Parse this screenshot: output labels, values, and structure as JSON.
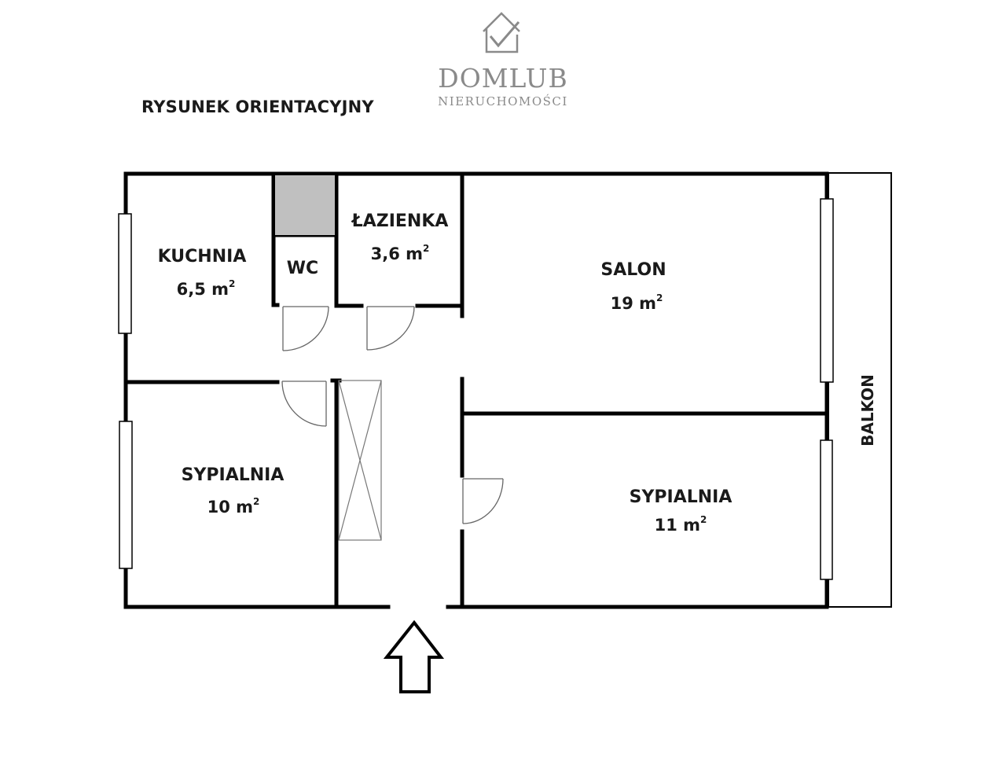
{
  "logo": {
    "brand": "DOMLUB",
    "tagline": "NIERUCHOMOŚCI",
    "icon": "house-checkmark-icon",
    "color": "#8a8a8a"
  },
  "title": "RYSUNEK ORIENTACYJNY",
  "rooms": [
    {
      "id": "kuchnia",
      "name": "KUCHNIA",
      "area_value": "6,5 m",
      "area_unit_exp": "2"
    },
    {
      "id": "wc",
      "name": "WC"
    },
    {
      "id": "lazienka",
      "name": "ŁAZIENKA",
      "area_value": "3,6 m",
      "area_unit_exp": "2"
    },
    {
      "id": "salon",
      "name": "SALON",
      "area_value": "19 m",
      "area_unit_exp": "2"
    },
    {
      "id": "sypialnia-1",
      "name": "SYPIALNIA",
      "area_value": "10 m",
      "area_unit_exp": "2"
    },
    {
      "id": "sypialnia-2",
      "name": "SYPIALNIA",
      "area_value": "11 m",
      "area_unit_exp": "2"
    }
  ],
  "balcony": {
    "name": "BALKON"
  },
  "entrance": {
    "icon": "entrance-arrow-icon"
  },
  "colors": {
    "wall": "#000000",
    "fixture": "#777777",
    "shaft": "#c0c0c0"
  }
}
